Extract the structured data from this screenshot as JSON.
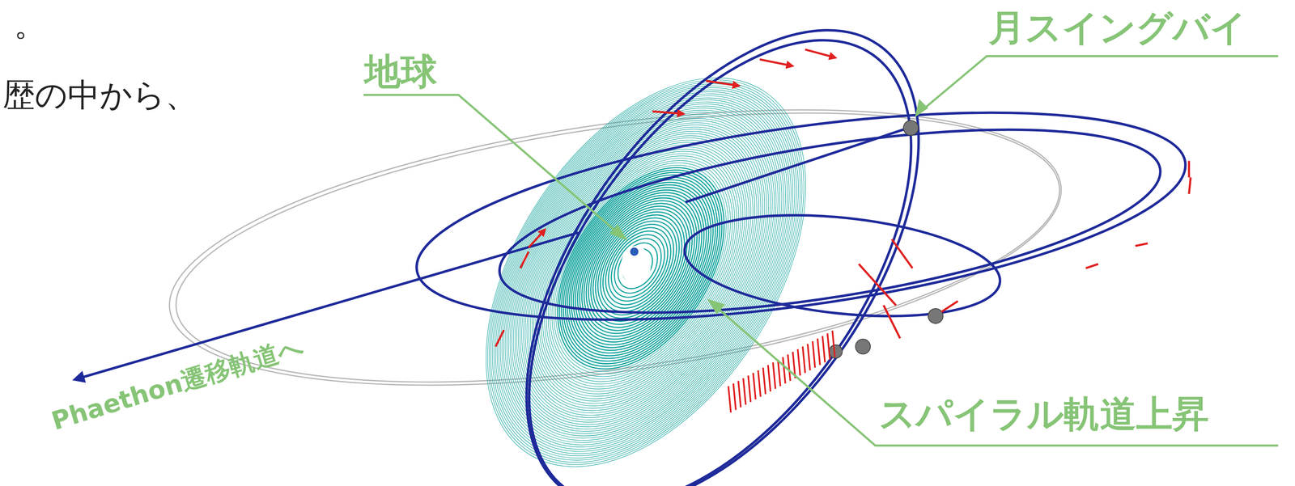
{
  "diagram": {
    "labels": [
      "。",
      "歴の中から、",
      "地球",
      "月スイングバイ",
      "スパイラル軌道上昇",
      "Phaethon遷移軌道へ"
    ]
  }
}
